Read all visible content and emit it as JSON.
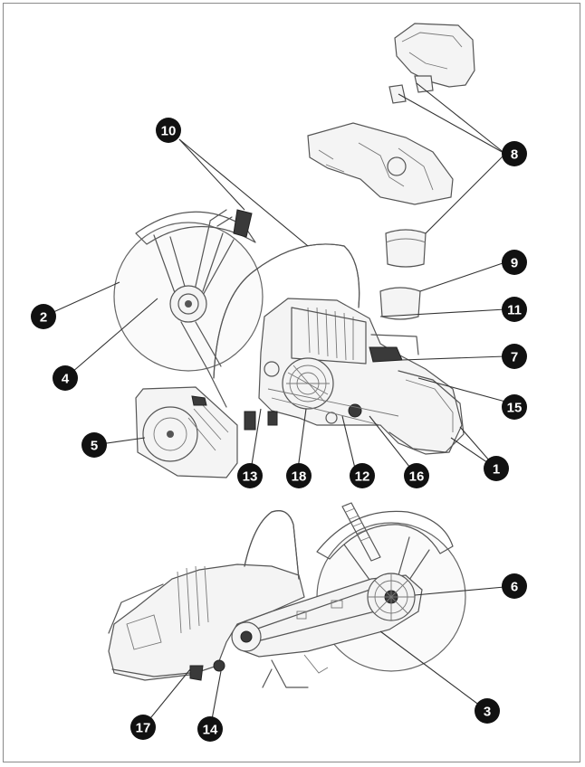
{
  "figure": {
    "callouts": [
      {
        "label": "1"
      },
      {
        "label": "2"
      },
      {
        "label": "3"
      },
      {
        "label": "4"
      },
      {
        "label": "5"
      },
      {
        "label": "6"
      },
      {
        "label": "7"
      },
      {
        "label": "8"
      },
      {
        "label": "9"
      },
      {
        "label": "10"
      },
      {
        "label": "11"
      },
      {
        "label": "12"
      },
      {
        "label": "13"
      },
      {
        "label": "14"
      },
      {
        "label": "15"
      },
      {
        "label": "16"
      },
      {
        "label": "17"
      },
      {
        "label": "18"
      }
    ]
  }
}
